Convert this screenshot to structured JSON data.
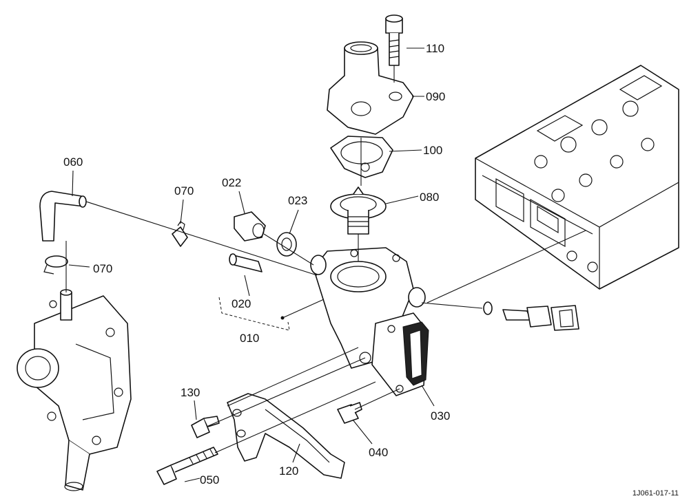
{
  "diagram": {
    "drawing_code": "1J061-017-11",
    "part_labels": [
      {
        "id": "110",
        "text": "110"
      },
      {
        "id": "090",
        "text": "090"
      },
      {
        "id": "100",
        "text": "100"
      },
      {
        "id": "080",
        "text": "080"
      },
      {
        "id": "060",
        "text": "060"
      },
      {
        "id": "070a",
        "text": "070"
      },
      {
        "id": "070b",
        "text": "070"
      },
      {
        "id": "022",
        "text": "022"
      },
      {
        "id": "023",
        "text": "023"
      },
      {
        "id": "020",
        "text": "020"
      },
      {
        "id": "010",
        "text": "010"
      },
      {
        "id": "030",
        "text": "030"
      },
      {
        "id": "040",
        "text": "040"
      },
      {
        "id": "130",
        "text": "130"
      },
      {
        "id": "050",
        "text": "050"
      },
      {
        "id": "120",
        "text": "120"
      }
    ]
  }
}
